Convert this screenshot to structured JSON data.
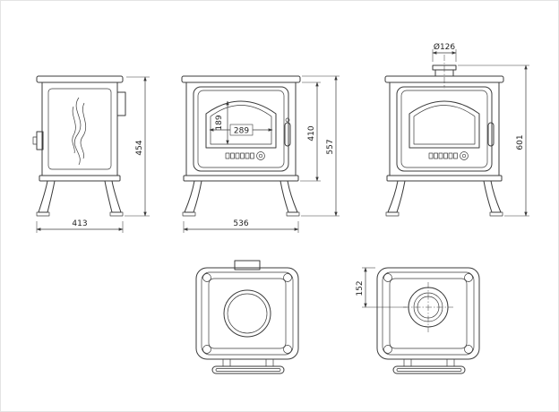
{
  "colors": {
    "line": "#3b3b3b",
    "text": "#1e1e1e",
    "background": "#ffffff"
  },
  "views": {
    "side": {
      "width": "413",
      "height": "454"
    },
    "front": {
      "width": "536",
      "glass_height": "189",
      "glass_width": "289",
      "body_height": "410",
      "total_height": "557"
    },
    "front_flue": {
      "flue_diameter": "Ø126",
      "total_height": "601"
    },
    "top_flue": {
      "flue_center_offset": "152"
    }
  }
}
